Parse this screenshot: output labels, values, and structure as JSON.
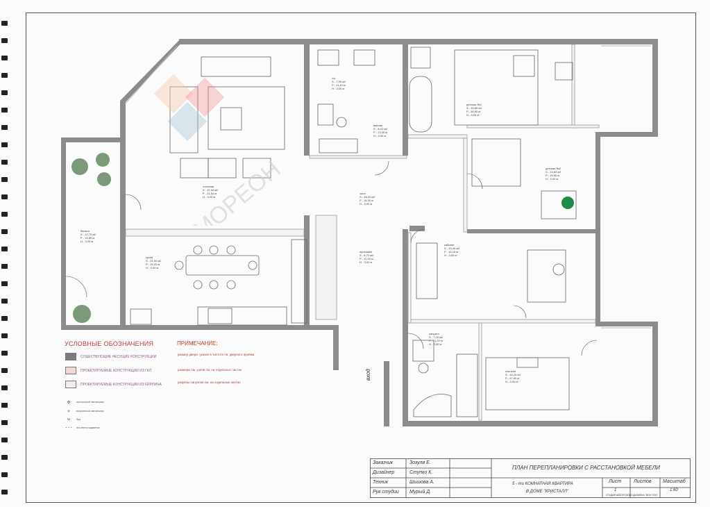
{
  "legend": {
    "title": "УСЛОВНЫЕ ОБОЗНАЧЕНИЯ",
    "items": [
      {
        "text": "СУЩЕСТВУЮЩИЕ НЕСУЩИЕ КОНСТРУКЦИИ",
        "color": "#7a7a7a"
      },
      {
        "text": "ПРОЕКТИРУЕМЫЕ КОНСТРУКЦИИ ИЗ ГКЛ",
        "color": "#f3d6d6"
      },
      {
        "text": "ПРОЕКТИРУЕМЫЕ КОНСТРУКЦИИ ИЗ КИРПИЧА",
        "color": "#f4ecec"
      }
    ],
    "symbols": [
      {
        "icon": "ceiling-fan-icon",
        "glyph": "✣",
        "text": "потолочный светильник"
      },
      {
        "icon": "wall-lamp-icon",
        "glyph": "✧",
        "text": "встроенный светильник"
      },
      {
        "icon": "sconce-icon",
        "glyph": "⍦",
        "text": "бра"
      },
      {
        "icon": "led-strip-icon",
        "glyph": "- - -",
        "text": "led-лента подсветка"
      }
    ]
  },
  "notes": {
    "title": "ПРИМЕЧАНИЕ:",
    "items": [
      "размер дверн. указан в чистоте св. дверного проёма",
      "размеры см. узлов см. на отдельных листах",
      "разрезы санузлов см. на отдельных листах"
    ]
  },
  "exit_label": "вход",
  "rooms": [
    {
      "name": "гостиная",
      "area": "S - 37,00 м2",
      "perimeter": "P - 24,54 м",
      "height": "H - 3,00 м"
    },
    {
      "name": "кухня",
      "area": "S - 21,90 м2",
      "perimeter": "P - 19,22 м",
      "height": "H - 3,00 м"
    },
    {
      "name": "балкон",
      "area": "S - 12,70 м2",
      "perimeter": "P - 14,80 м",
      "height": "H - 3,00 м"
    },
    {
      "name": "холл",
      "area": "S - 18,20 м2",
      "perimeter": "P - 18,30 м",
      "height": "H - 3,00 м"
    },
    {
      "name": "прихожая",
      "area": "S - 8,70 м2",
      "perimeter": "P - 11,93 м",
      "height": "H - 3,00 м"
    },
    {
      "name": "с/у",
      "area": "S - 7,95 м2",
      "perimeter": "P - 11,40 м",
      "height": "H - 3,00 м"
    },
    {
      "name": "ванная",
      "area": "S - 8,02 м2",
      "perimeter": "P - 13,40 м",
      "height": "H - 3,00 м"
    },
    {
      "name": "детская №1",
      "area": "S - 16,80 м2",
      "perimeter": "P - 16,60 м",
      "height": "H - 3,00 м"
    },
    {
      "name": "детская №2",
      "area": "S - 13,83 м2",
      "perimeter": "P - 15,90 м",
      "height": "H - 3,00 м"
    },
    {
      "name": "кабинет",
      "area": "S - 15,40 м2",
      "perimeter": "P - 16,16 м",
      "height": "H - 3,00 м"
    },
    {
      "name": "спальня",
      "area": "S - 18,20 м2",
      "perimeter": "P - 17,80 м",
      "height": "H - 3,00 м"
    },
    {
      "name": "санузел",
      "area": "S - 7,20 м2",
      "perimeter": "P - 11,20 м",
      "height": "H - 3,00 м"
    }
  ],
  "title_block": {
    "customer_label": "Заказчик",
    "customer": "Зозуля Е.",
    "designer_label": "Дизайнер",
    "designer": "Ступко К.",
    "technician_label": "Техник",
    "technician": "Шишова А.",
    "head_label": "Рук студии",
    "head": "Мурый Д.",
    "drawing_title": "ПЛАН ПЕРЕПЛАНИРОВКИ С РАССТАНОВКОЙ МЕБЕЛИ",
    "project_line1": "5 - ти КОМНАТНАЯ КВАРТИРА",
    "project_line2": "В ДОМЕ \"КРИСТАЛЛ\"",
    "sheet_label": "Лист",
    "sheets_label": "Листов",
    "scale_label": "Масштаб",
    "sheet": "1",
    "scale": "1:60",
    "studio": "СТУДИЯ АВТОРСКОГО ДИЗАЙНА \"ВОН ТОН\""
  },
  "watermark": "МОРЕОН"
}
